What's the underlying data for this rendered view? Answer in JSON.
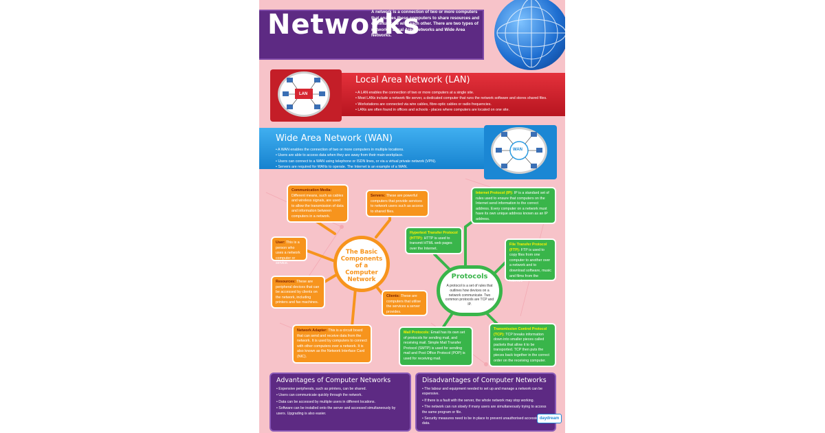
{
  "title": "Networks",
  "intro": "A network is a connection of two or more computers that enables these computers to share resources and communicate with each other. There are two types of networks: Local Area Networks and Wide Area Networks.",
  "lan": {
    "icon_label": "LAN",
    "title": "Local Area Network (LAN)",
    "bullets": [
      "A LAN enables the connection of two or more computers at a single site.",
      "Most LANs include a network file server, a dedicated computer that runs the network software and stores shared files.",
      "Workstations are connected via wire cables, fibre-optic cables or radio frequencies.",
      "LANs are often found in offices and schools - places where computers are located on one site."
    ]
  },
  "wan": {
    "icon_label": "WAN",
    "title": "Wide Area Network (WAN)",
    "bullets": [
      "A WAN enables the connection of two or more computers in multiple locations.",
      "Users are able to access data when they are away from their main workplace.",
      "Users can connect to a WAN using telephone or ISDN lines, or via a virtual private network (VPN).",
      "Servers are required for WANs to operate. The Internet is an example of a WAN."
    ]
  },
  "components": {
    "center": "The Basic Components of a Computer Network",
    "items": [
      {
        "term": "Communication Media:",
        "text": "Different means, such as cables and wireless signals, are used to allow the transmission of data and information between computers in a network."
      },
      {
        "term": "Servers:",
        "text": "These are powerful computers that provide services to network users such as access to shared files."
      },
      {
        "term": "User:",
        "text": "This is a person who uses a network computer or service."
      },
      {
        "term": "Resources:",
        "text": "These are peripheral devices that can be accessed by clients on the network, including printers and fax machines."
      },
      {
        "term": "Clients:",
        "text": "These are computers that utilise the services a server provides."
      },
      {
        "term": "Network Adapter:",
        "text": "This is a circuit board that can send and receive data from the network. It is used by computers to connect with other computers over a network. It is also known as the Network Interface Card (NIC)."
      }
    ]
  },
  "protocols": {
    "center_title": "Protocols",
    "center_text": "A protocol is a set of rules that outlines how devices on a network communicate. Two common protocols are TCP and IP.",
    "items": [
      {
        "term": "Internet Protocol (IP):",
        "text": "IP is a standard set of rules used to ensure that computers on the Internet send information to the correct address. Every computer on a network must have its own unique address known as an IP address."
      },
      {
        "term": "Hypertext Transfer Protocol (HTTP):",
        "text": "HTTP is used to transmit HTML web pages over the Internet."
      },
      {
        "term": "File Transfer Protocol (FTP):",
        "text": "FTP is used to copy files from one computer to another over a network and to download software, music and films from the Internet."
      },
      {
        "term": "Mail Protocols:",
        "text": "Email has its own set of protocols for sending mail, and receiving mail. Simple Mail Transfer Protocol (SMTP) is used for sending mail and Post Office Protocol (POP) is used for receiving mail."
      },
      {
        "term": "Transmission Control Protocol (TCP):",
        "text": "TCP breaks information down into smaller pieces called packets that allow it to be transported. TCP then puts the pieces back together in the correct order on the receiving computer."
      }
    ]
  },
  "advantages": {
    "title": "Advantages of Computer Networks",
    "items": [
      "Expensive peripherals, such as printers, can be shared.",
      "Users can communicate quickly through the network.",
      "Data can be accessed by multiple users in different locations.",
      "Software can be installed onto the server and accessed simultaneously by users. Upgrading is also easier."
    ]
  },
  "disadvantages": {
    "title": "Disadvantages of Computer Networks",
    "items": [
      "The labour and equipment needed to set up and manage a network can be expensive.",
      "If there is a fault with the server, the whole network may stop working.",
      "The network can run slowly if many users are simultaneously trying to access the same program or file.",
      "Security measures need to be in place to prevent unauthorised accessing of data."
    ]
  },
  "logo": "daydream",
  "colors": {
    "purple": "#5d2a83",
    "red": "#d62631",
    "blue": "#2a9be2",
    "orange": "#f7941d",
    "green": "#39b54a",
    "background": "#f7c3c9"
  }
}
